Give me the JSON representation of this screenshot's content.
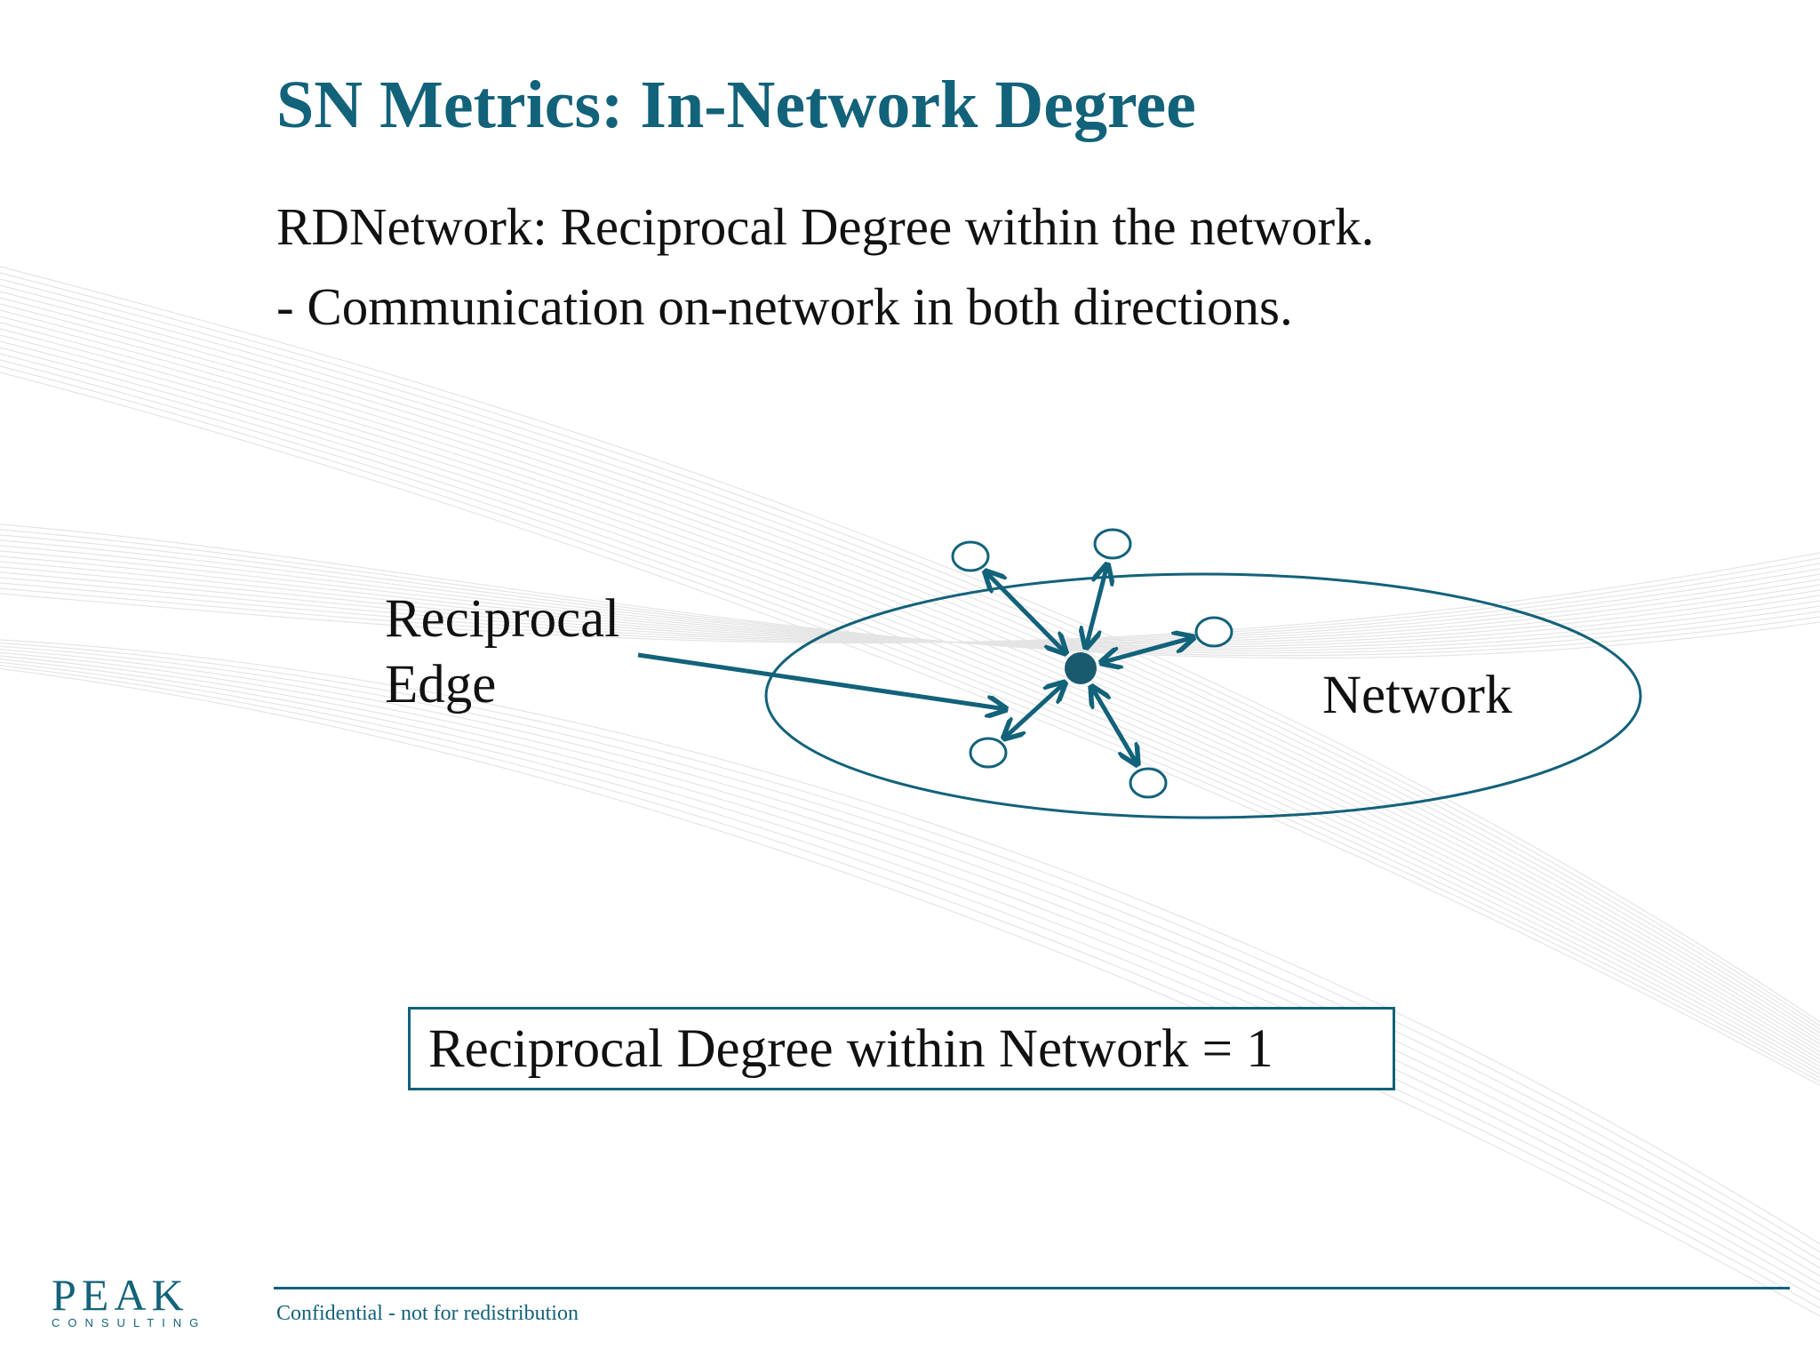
{
  "slide": {
    "title": "SN Metrics: In-Network Degree",
    "line1": "RDNetwork: Reciprocal Degree within the network.",
    "line2": "- Communication on-network in both directions."
  },
  "diagram": {
    "edge_label_line1": "Reciprocal",
    "edge_label_line2": "Edge",
    "network_label": "Network"
  },
  "formula": "Reciprocal Degree within Network = 1",
  "footer": {
    "logo_main": "PEAK",
    "logo_sub": "CONSULTING",
    "confidential": "Confidential - not for redistribution"
  },
  "colors": {
    "accent": "#12627a",
    "text": "#111111"
  }
}
